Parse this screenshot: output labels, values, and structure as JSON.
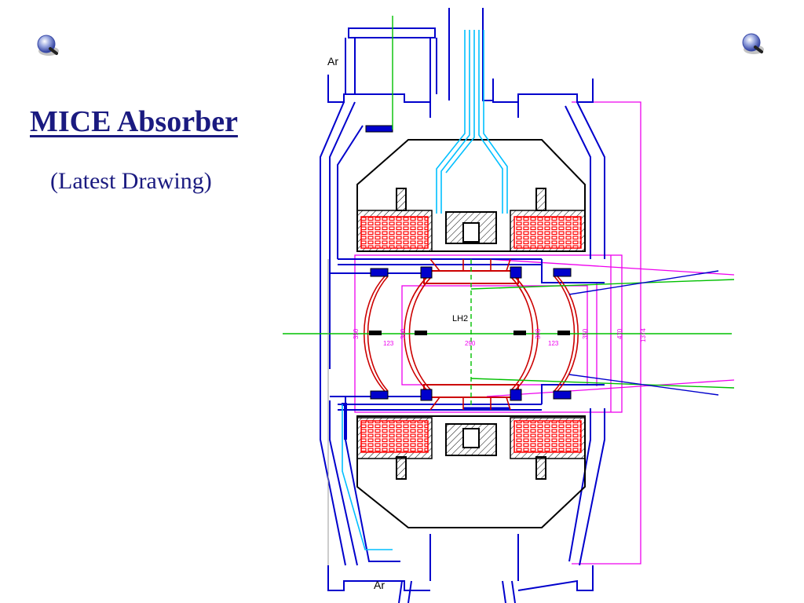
{
  "slide": {
    "title": "MICE Absorber",
    "subtitle": "(Latest Drawing)"
  },
  "drawing": {
    "labels": {
      "gas_top": "Ar",
      "gas_bottom": "Ar",
      "liquid": "LH2"
    },
    "dimensions": [
      "350",
      "123",
      "300",
      "290",
      "300",
      "123",
      "350",
      "470",
      "1374"
    ]
  },
  "colors": {
    "title": "#1a1a80",
    "vessel": "#0000cc",
    "coil": "#ff0000",
    "window": "#cc0000",
    "pipes": "#00bfff",
    "beam": "#00c000",
    "dimension": "#ee00ee",
    "outline": "#000000"
  }
}
